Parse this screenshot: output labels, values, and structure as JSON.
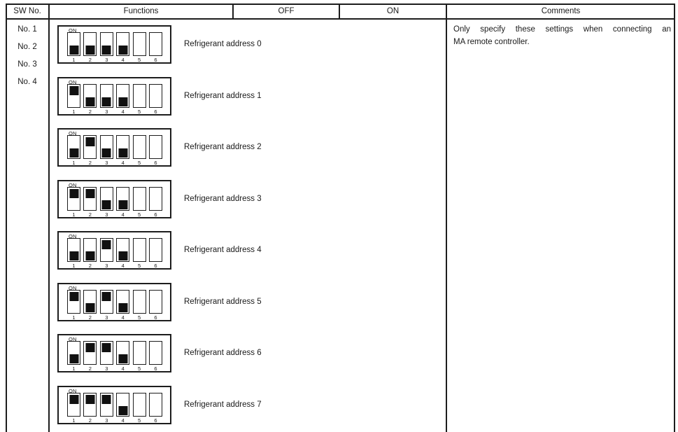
{
  "table": {
    "headers": [
      "SW No.",
      "Functions",
      "OFF",
      "ON",
      "Comments"
    ],
    "sw_numbers": [
      "No. 1",
      "No. 2",
      "No. 3",
      "No. 4"
    ],
    "comments": {
      "lines": [
        "Only specify these settings when connecting an",
        "MA remote controller."
      ]
    }
  },
  "dip": {
    "on_label": "ON",
    "pin_labels": [
      "1",
      "2",
      "3",
      "4",
      "5",
      "6"
    ]
  },
  "rows": [
    {
      "label": "Refrigerant address 0",
      "switches": [
        "off",
        "off",
        "off",
        "off",
        "unused",
        "unused"
      ]
    },
    {
      "label": "Refrigerant address 1",
      "switches": [
        "on",
        "off",
        "off",
        "off",
        "unused",
        "unused"
      ]
    },
    {
      "label": "Refrigerant address 2",
      "switches": [
        "off",
        "on",
        "off",
        "off",
        "unused",
        "unused"
      ]
    },
    {
      "label": "Refrigerant address 3",
      "switches": [
        "on",
        "on",
        "off",
        "off",
        "unused",
        "unused"
      ]
    },
    {
      "label": "Refrigerant address 4",
      "switches": [
        "off",
        "off",
        "on",
        "off",
        "unused",
        "unused"
      ]
    },
    {
      "label": "Refrigerant address 5",
      "switches": [
        "on",
        "off",
        "on",
        "off",
        "unused",
        "unused"
      ]
    },
    {
      "label": "Refrigerant address 6",
      "switches": [
        "off",
        "on",
        "on",
        "off",
        "unused",
        "unused"
      ]
    },
    {
      "label": "Refrigerant address 7",
      "switches": [
        "on",
        "on",
        "on",
        "off",
        "unused",
        "unused"
      ]
    }
  ],
  "colors": {
    "line": "#1d1d1d",
    "text": "#1a1a1a",
    "background": "#ffffff",
    "switch_block": "#111111"
  }
}
